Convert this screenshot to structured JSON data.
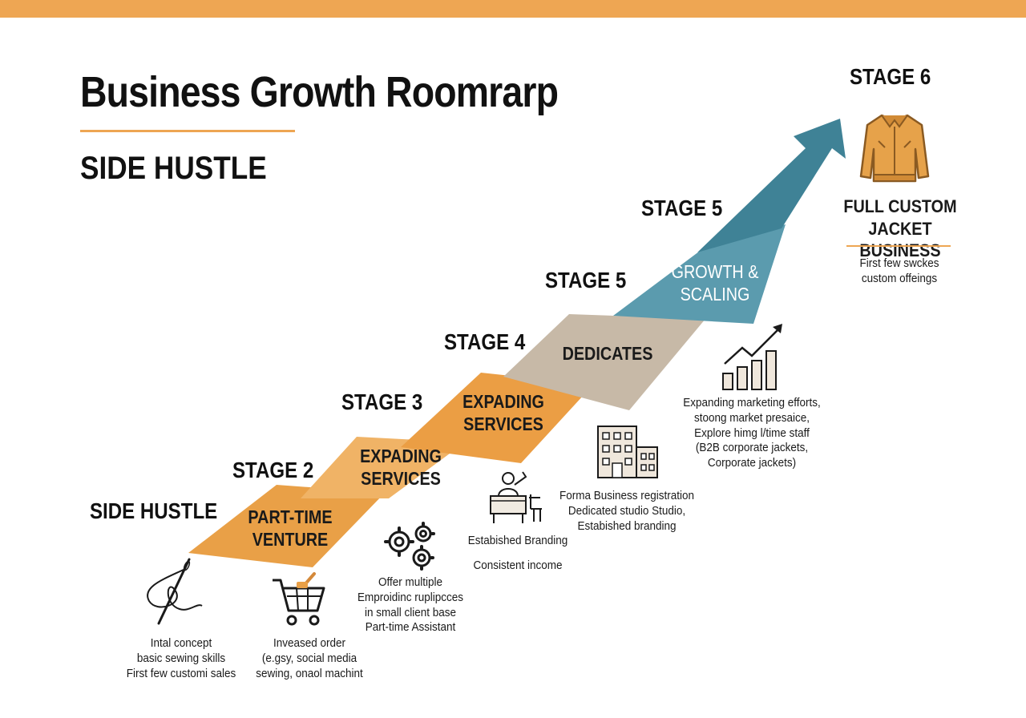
{
  "title": "Business Growth Roomrarp",
  "subtitle": "SIDE HUSTLE",
  "colors": {
    "accent": "#eea653",
    "band_orange_dark": "#e9a047",
    "band_orange_light": "#f0b366",
    "band_taupe": "#c7b9a7",
    "band_teal": "#5b9bae",
    "arrow_teal": "#3f8296"
  },
  "stages": [
    {
      "label": "SIDE HUSTLE",
      "band": [
        "PART-TIME",
        "VENTURE"
      ],
      "icon": "needle-thread-icon",
      "desc": [
        "Intal concept",
        "basic sewing skills",
        "First few customi sales"
      ]
    },
    {
      "label": "STAGE 2",
      "band": [
        "EXPADING",
        "SERVICES"
      ],
      "icon": "shopping-cart-icon",
      "desc": [
        "Inveased order",
        "(e.gsy, social media",
        "sewing, onaol machint"
      ]
    },
    {
      "label": "STAGE 3",
      "band": [
        "EXPADING",
        "SERVICES"
      ],
      "icon": "gears-icon",
      "desc": [
        "Offer multiple",
        "Emproidinc ruplipcces",
        "in small client base",
        "Part-time Assistant"
      ]
    },
    {
      "label": "STAGE 4",
      "band": [
        "DEDICATES"
      ],
      "icon": "workstation-icon",
      "desc": [
        "Estabished Branding",
        "Consistent income"
      ]
    },
    {
      "label": "STAGE 5",
      "band": [
        "GROWTH &",
        "SCALING"
      ],
      "icon": "office-building-icon",
      "desc": [
        "Forma Business registration",
        "Dedicated studio Studio,",
        "Estabished branding"
      ]
    },
    {
      "label": "STAGE 5",
      "icon": "growth-chart-icon",
      "desc": [
        "Expanding marketing efforts,",
        "stoong market presaice,",
        "Explore himg l/time staff",
        "(B2B corporate jackets,",
        "Corporate jackets)"
      ]
    },
    {
      "label": "STAGE 6",
      "icon": "jacket-icon",
      "final_title": [
        "FULL CUSTOM JACKET",
        "BUSINESS"
      ],
      "desc": [
        "First few swckes",
        "custom offeings"
      ]
    }
  ]
}
